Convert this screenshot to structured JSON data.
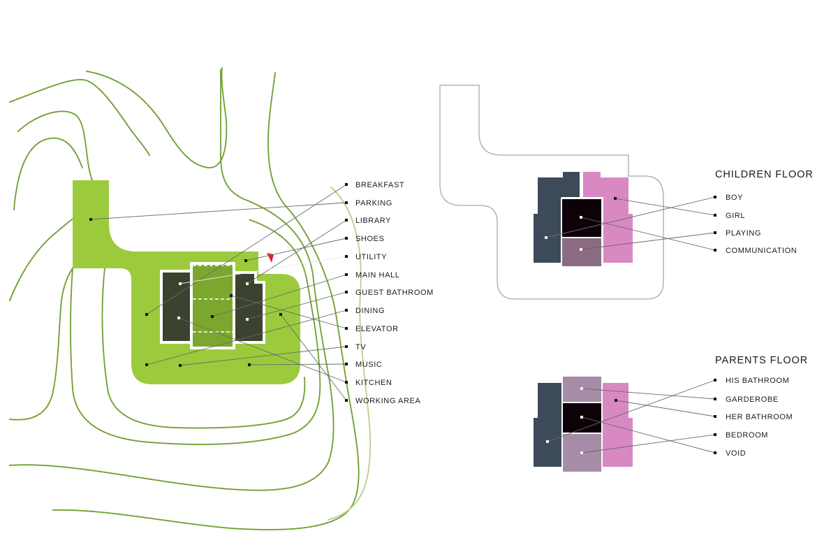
{
  "colors": {
    "site_green": "#9bcb3c",
    "dark_olive": "#3b4330",
    "mid_green": "#7ca72e",
    "slate": "#3c4a59",
    "pink": "#d889c2",
    "black_room": "#0d0208",
    "mauve": "#8a6b82",
    "lavender": "#a68ca6",
    "contour": "#6f9e2e",
    "entry_marker": "#e0202a"
  },
  "ground_floor": {
    "labels": [
      "BREAKFAST",
      "PARKING",
      "LIBRARY",
      "SHOES",
      "UTILITY",
      "MAIN HALL",
      "GUEST BATHROOM",
      "DINING",
      "ELEVATOR",
      "TV",
      "MUSIC",
      "KITCHEN",
      "WORKING AREA"
    ]
  },
  "children_floor": {
    "title": "CHILDREN FLOOR",
    "labels": [
      "BOY",
      "GIRL",
      "PLAYING",
      "COMMUNICATION"
    ]
  },
  "parents_floor": {
    "title": "PARENTS FLOOR",
    "labels": [
      "HIS BATHROOM",
      "GARDEROBE",
      "HER BATHROOM",
      "BEDROOM",
      "VOID"
    ]
  }
}
